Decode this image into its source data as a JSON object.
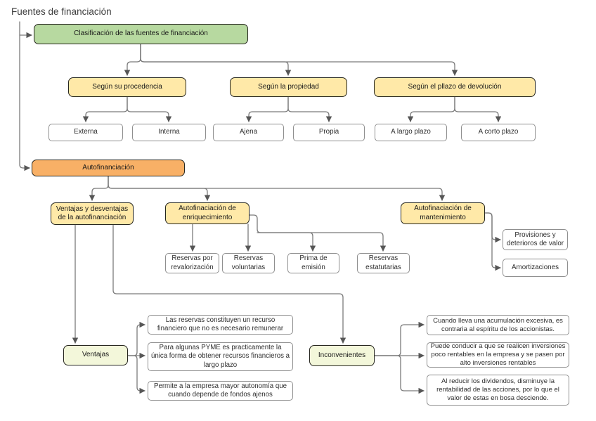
{
  "title": "Fuentes de financiación",
  "colors": {
    "green_fill": "#b7d9a0",
    "yellow_fill": "#ffe9a8",
    "orange_fill": "#f8b066",
    "pale_green_fill": "#f3f7da",
    "dark_border": "#26261f",
    "gray_border": "#8f8f8f",
    "connector_gray": "#7b7b7b"
  },
  "nodes": {
    "clasificacion": "Clasificación de las fuentes de financiación",
    "procedencia": "Según su procedencia",
    "externa": "Externa",
    "interna": "Interna",
    "propiedad": "Según la propiedad",
    "ajena": "Ajena",
    "propia": "Propia",
    "plazo": "Según el pllazo de devolución",
    "largo_plazo": "A largo plazo",
    "corto_plazo": "A corto plazo",
    "autofinanciacion": "Autofinanciación",
    "ventajas_desventajas": "Ventajas y desventajas de la autofinanciación",
    "enriquecimiento": "Autofinaciación de enriquecimiento",
    "mantenimiento": "Autofinaciación de mantenimiento",
    "reservas_revalorizacion": "Reservas por revalorización",
    "reservas_voluntarias": "Reservas voluntarias",
    "prima_emision": "Prima de emisión",
    "reservas_estatutarias": "Reservas estatutarias",
    "provisiones": "Provisiones y deterioros de valor",
    "amortizaciones": "Amortizaciones",
    "ventajas": "Ventajas",
    "inconvenientes": "Inconvenientes",
    "ventaja_1": "Las reservas constituyen un recurso financiero que no es necesario remunerar",
    "ventaja_2": "Para algunas PYME es practicamente la única forma de obtener recursos financieros a largo plazo",
    "ventaja_3": "Permite a la empresa mayor autonomía que cuando depende de fondos ajenos",
    "inconveniente_1": "Cuando lleva una acumulación excesiva, es contraria al espíritu de los accionistas.",
    "inconveniente_2": "Puede conducir a que se realicen inversiones poco rentables en la empresa y se pasen por alto inversiones  rentables",
    "inconveniente_3": "Al reducir los dividendos, disminuye la rentabilidad de las acciones, por lo que el valor de estas en bosa desciende."
  }
}
